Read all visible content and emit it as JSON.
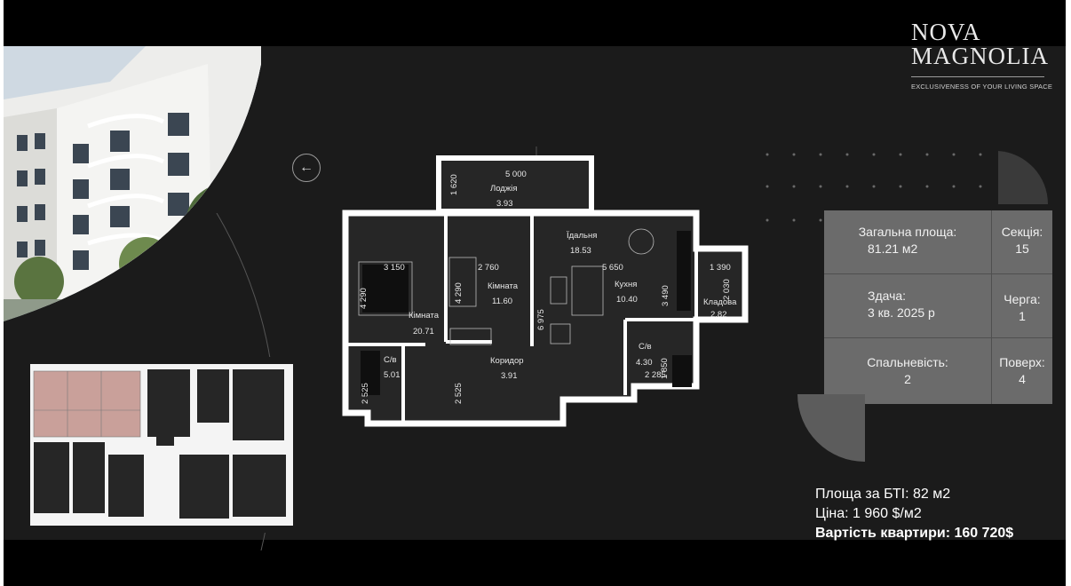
{
  "brand": {
    "line1": "NOVA",
    "line2": "MAGNOLIA",
    "tagline": "EXCLUSIVENESS OF YOUR LIVING SPACE"
  },
  "nav": {
    "back_icon": "arrow-left-icon",
    "back_glyph": "←"
  },
  "info": {
    "total_area_label": "Загальна площа:",
    "total_area_value": "81.21 м2",
    "section_label": "Секція:",
    "section_value": "15",
    "handover_label": "Здача:",
    "handover_value": "3 кв. 2025 р",
    "queue_label": "Черга:",
    "queue_value": "1",
    "bedrooms_label": "Спальневість:",
    "bedrooms_value": "2",
    "floor_label": "Поверх:",
    "floor_value": "4"
  },
  "summary": {
    "bti_area": "Площа за БТІ: 82 м2",
    "price": "Ціна: 1 960 $/м2",
    "total_cost": "Вартість квартири: 160 720$"
  },
  "plan": {
    "rooms": [
      {
        "name": "Лоджія",
        "area": "3.93"
      },
      {
        "name": "Кімната",
        "area": "20.71"
      },
      {
        "name": "Кімната",
        "area": "11.60"
      },
      {
        "name": "Їдальня",
        "area": "18.53"
      },
      {
        "name": "Кухня",
        "area": "10.40"
      },
      {
        "name": "Кладова",
        "area": "2.82"
      },
      {
        "name": "С/в",
        "area": "5.01"
      },
      {
        "name": "Коридор",
        "area": "3.91"
      },
      {
        "name": "С/в",
        "area": "4.30"
      }
    ],
    "dimensions": {
      "loggia_w": "5 000",
      "loggia_h": "1 620",
      "room1_w": "3 150",
      "room1_h": "4 290",
      "room2_w": "2 760",
      "room2_h": "4 290",
      "dining_w": "5 650",
      "kitchen_h": "3 490",
      "pantry_w": "1 390",
      "pantry_h": "2 030",
      "hall_h": "6 975",
      "bath1_h": "2 525",
      "corridor_h": "2 525",
      "bath2_h": "1 850",
      "bath2_w": "2 285"
    }
  },
  "colors": {
    "background": "#1b1b1b",
    "panel": "#6b6b6b",
    "highlight": "#c9a09a"
  }
}
